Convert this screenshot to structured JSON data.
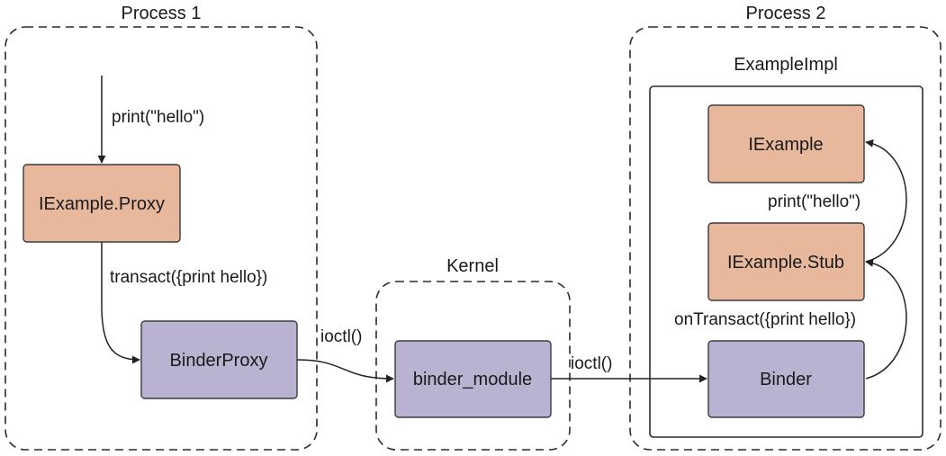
{
  "colors": {
    "interface_fill": "#e8b89c",
    "binder_fill": "#b9b3d1",
    "stroke": "#2b2b2b"
  },
  "regions": {
    "process1": {
      "title": "Process 1"
    },
    "kernel": {
      "title": "Kernel"
    },
    "process2": {
      "title": "Process 2"
    },
    "example_impl": {
      "title": "ExampleImpl"
    }
  },
  "nodes": {
    "iexample_proxy": {
      "label": "IExample.Proxy"
    },
    "binder_proxy": {
      "label": "BinderProxy"
    },
    "binder_module": {
      "label": "binder_module"
    },
    "binder": {
      "label": "Binder"
    },
    "iexample_stub": {
      "label": "IExample.Stub"
    },
    "iexample": {
      "label": "IExample"
    }
  },
  "edges": {
    "print_call": {
      "label": "print(\"hello\")"
    },
    "transact": {
      "label": "transact({print hello})"
    },
    "ioctl_kernel": {
      "label": "ioctl()"
    },
    "ioctl_binder": {
      "label": "ioctl()"
    },
    "on_transact": {
      "label": "onTransact({print hello})"
    },
    "print_impl": {
      "label": "print(\"hello\")"
    }
  }
}
